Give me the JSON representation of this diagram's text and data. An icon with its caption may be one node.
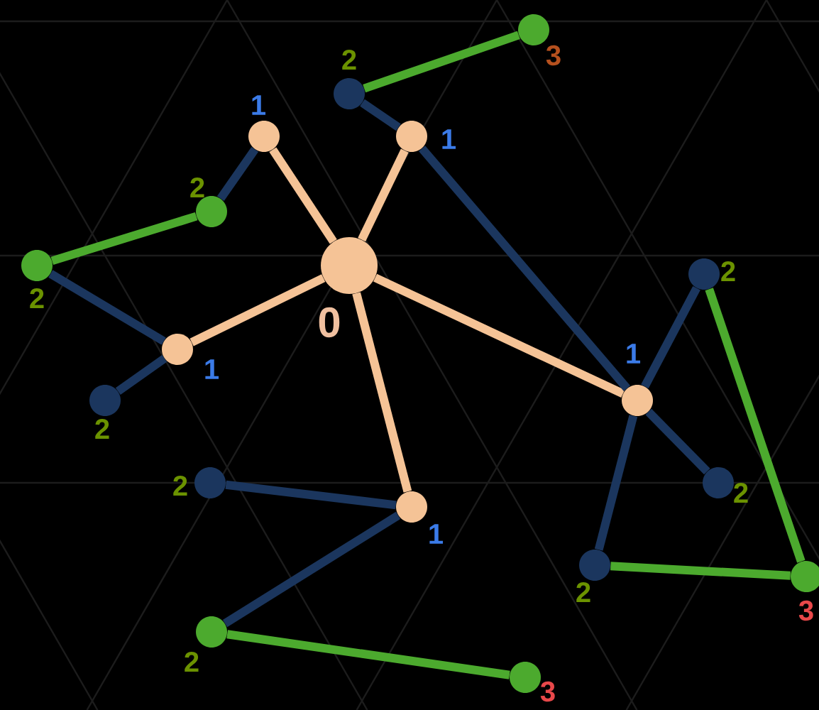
{
  "diagram": {
    "nodes": [
      {
        "text": [],
        "shape": "circle",
        "beside": [
          "0"
        ]
      },
      {
        "text": [],
        "shape": "circle",
        "beside": [
          "1"
        ]
      },
      {
        "text": [],
        "shape": "circle",
        "beside": [
          "1"
        ]
      },
      {
        "text": [],
        "shape": "circle",
        "beside": [
          "1"
        ]
      },
      {
        "text": [],
        "shape": "circle",
        "beside": [
          "1"
        ]
      },
      {
        "text": [],
        "shape": "circle",
        "beside": [
          "1"
        ]
      },
      {
        "text": [],
        "shape": "circle",
        "beside": [
          "3"
        ]
      },
      {
        "text": [],
        "shape": "circle",
        "beside": [
          "2"
        ]
      },
      {
        "text": [],
        "shape": "circle",
        "beside": [
          "2"
        ]
      },
      {
        "text": [],
        "shape": "circle",
        "beside": [
          "2"
        ]
      },
      {
        "text": [],
        "shape": "circle",
        "beside": [
          "2"
        ]
      },
      {
        "text": [],
        "shape": "circle",
        "beside": [
          "2"
        ]
      },
      {
        "text": [],
        "shape": "circle",
        "beside": [
          "2"
        ]
      },
      {
        "text": [],
        "shape": "circle",
        "beside": [
          "2"
        ]
      },
      {
        "text": [],
        "shape": "circle",
        "beside": [
          "2"
        ]
      },
      {
        "text": [],
        "shape": "circle",
        "beside": [
          "3"
        ]
      },
      {
        "text": [],
        "shape": "circle",
        "beside": [
          "2"
        ]
      },
      {
        "text": [],
        "shape": "circle",
        "beside": [
          "3"
        ]
      }
    ],
    "edges": [
      {
        "from": 0,
        "to": 1,
        "arrow": "none",
        "color": "#f5c396"
      },
      {
        "from": 0,
        "to": 2,
        "arrow": "none",
        "color": "#f5c396"
      },
      {
        "from": 0,
        "to": 3,
        "arrow": "none",
        "color": "#f5c396"
      },
      {
        "from": 0,
        "to": 4,
        "arrow": "none",
        "color": "#f5c396"
      },
      {
        "from": 0,
        "to": 5,
        "arrow": "none",
        "color": "#f5c396"
      },
      {
        "from": 7,
        "to": 6,
        "arrow": "none",
        "color": "#4caa2e"
      },
      {
        "from": 1,
        "to": 8,
        "arrow": "none"
      },
      {
        "from": 2,
        "to": 7,
        "arrow": "none"
      },
      {
        "from": 2,
        "to": 4,
        "arrow": "none"
      },
      {
        "from": 8,
        "to": 9,
        "arrow": "none",
        "color": "#4caa2e"
      },
      {
        "from": 9,
        "to": 3,
        "arrow": "none"
      },
      {
        "from": 3,
        "to": 11,
        "arrow": "none"
      },
      {
        "from": 4,
        "to": 10,
        "arrow": "none"
      },
      {
        "from": 4,
        "to": 13,
        "arrow": "none"
      },
      {
        "from": 4,
        "to": 14,
        "arrow": "none"
      },
      {
        "from": 12,
        "to": 5,
        "arrow": "none"
      },
      {
        "from": 5,
        "to": 16,
        "arrow": "none"
      },
      {
        "from": 14,
        "to": 15,
        "arrow": "none",
        "color": "#4caa2e"
      },
      {
        "from": 10,
        "to": 15,
        "arrow": "none",
        "color": "#4caa2e"
      },
      {
        "from": 16,
        "to": 17,
        "arrow": "none",
        "color": "#4caa2e"
      }
    ]
  }
}
